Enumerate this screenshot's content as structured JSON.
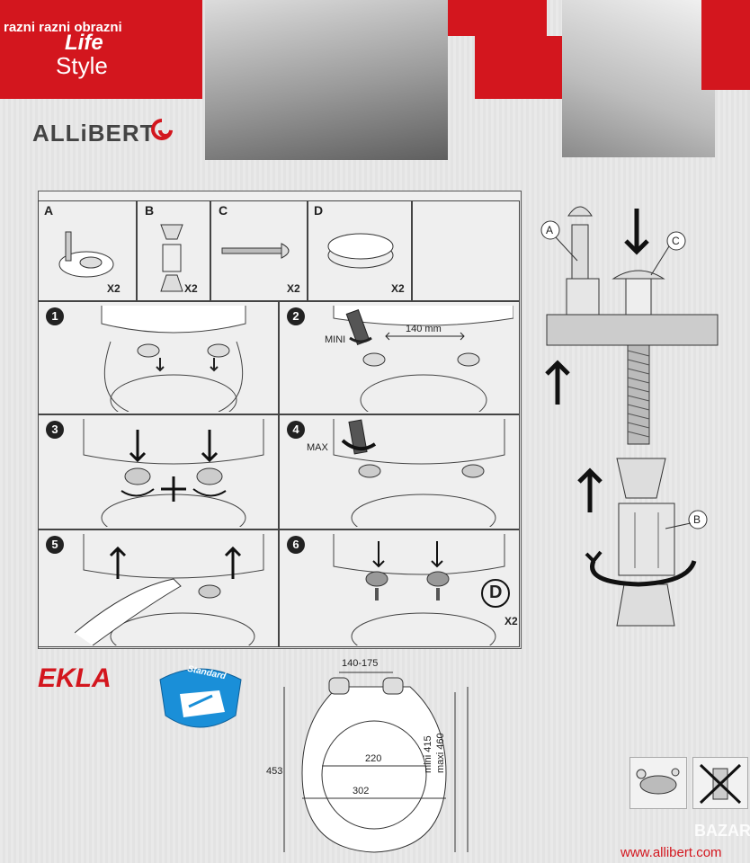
{
  "header": {
    "watermark": "razni razni obrazni",
    "logo_line1": "Life",
    "logo_line2": "Style",
    "brand": "ALLiBERT"
  },
  "parts": [
    {
      "letter": "A",
      "qty": "X2"
    },
    {
      "letter": "B",
      "qty": "X2"
    },
    {
      "letter": "C",
      "qty": "X2"
    },
    {
      "letter": "D",
      "qty": "X2"
    }
  ],
  "steps": {
    "s1": "1",
    "s2": "2",
    "s2_mini": "MINI",
    "s2_distance": "140 mm",
    "s3": "3",
    "s4": "4",
    "s4_max": "MAX",
    "s5": "5",
    "s6": "6",
    "s6_part": "D",
    "s6_qty": "X2"
  },
  "exploded": {
    "labelA": "A",
    "labelB": "B",
    "labelC": "C"
  },
  "product": {
    "name": "EKLA",
    "badge": "Standard"
  },
  "dimensions": {
    "top": "140-175",
    "height": "453",
    "inner_width": "220",
    "outer_width": "302",
    "mini": "mini 415",
    "maxi": "maxi 460"
  },
  "footer": {
    "url": "www.allibert.com",
    "bazar": "BAZAR"
  },
  "colors": {
    "brand_red": "#d3161e",
    "text_dark": "#222222",
    "badge_blue": "#1a8fd8"
  }
}
